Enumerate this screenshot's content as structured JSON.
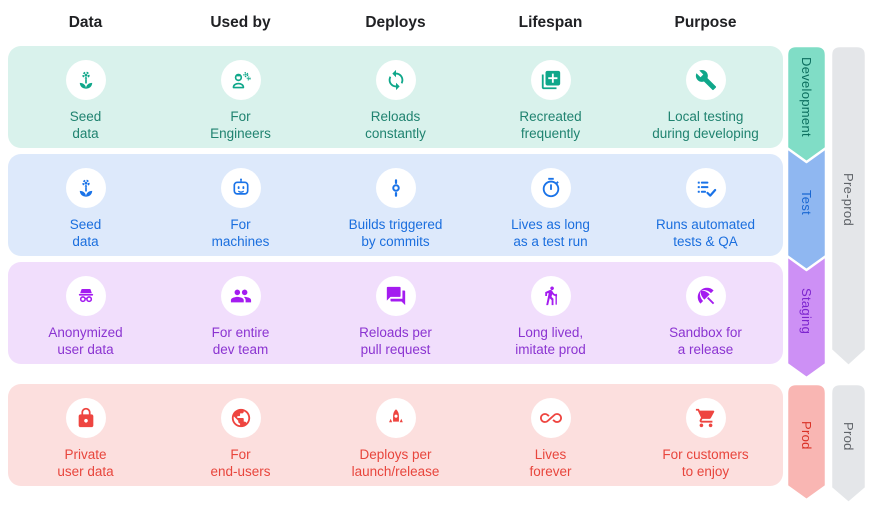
{
  "columns": [
    "Data",
    "Used by",
    "Deploys",
    "Lifespan",
    "Purpose"
  ],
  "rows": [
    {
      "env": "Development",
      "colors": {
        "row_bg": "#d9f2ec",
        "icon": "#0fa78a",
        "text": "#208370",
        "ribbon_fill": "#80ddc6",
        "ribbon_text": "#0b6e5e"
      },
      "cells": [
        {
          "icon": "seed-icon",
          "text": "Seed\ndata"
        },
        {
          "icon": "engineer-icon",
          "text": "For\nEngineers"
        },
        {
          "icon": "sync-icon",
          "text": "Reloads\nconstantly"
        },
        {
          "icon": "copy-add-icon",
          "text": "Recreated\nfrequently"
        },
        {
          "icon": "wrench-icon",
          "text": "Local testing\nduring developing"
        }
      ]
    },
    {
      "env": "Test",
      "colors": {
        "row_bg": "#dde9fb",
        "icon": "#1a73e8",
        "text": "#1a6ede",
        "ribbon_fill": "#8fb7f1",
        "ribbon_text": "#1967d2"
      },
      "cells": [
        {
          "icon": "seed-icon",
          "text": "Seed\ndata"
        },
        {
          "icon": "robot-icon",
          "text": "For\nmachines"
        },
        {
          "icon": "commit-icon",
          "text": "Builds triggered\nby commits"
        },
        {
          "icon": "timer-icon",
          "text": "Lives as long\nas a test run"
        },
        {
          "icon": "checklist-icon",
          "text": "Runs automated\ntests & QA"
        }
      ]
    },
    {
      "env": "Staging",
      "colors": {
        "row_bg": "#f1defc",
        "icon": "#a41cf0",
        "text": "#8b34d1",
        "ribbon_fill": "#cd90f5",
        "ribbon_text": "#7d24cf"
      },
      "cells": [
        {
          "icon": "incognito-icon",
          "text": "Anonymized\nuser data"
        },
        {
          "icon": "group-icon",
          "text": "For entire\ndev team"
        },
        {
          "icon": "forum-icon",
          "text": "Reloads per\npull request"
        },
        {
          "icon": "hiking-icon",
          "text": "Long lived,\nimitate prod"
        },
        {
          "icon": "umbrella-icon",
          "text": "Sandbox for\na release"
        }
      ]
    },
    {
      "env": "Prod",
      "colors": {
        "row_bg": "#fcdfde",
        "icon": "#ee4540",
        "text": "#e8453c",
        "ribbon_fill": "#f9b6b3",
        "ribbon_text": "#d93025"
      },
      "cells": [
        {
          "icon": "lock-icon",
          "text": "Private\nuser data"
        },
        {
          "icon": "globe-icon",
          "text": "For\nend-users"
        },
        {
          "icon": "rocket-icon",
          "text": "Deploys per\nlaunch/release"
        },
        {
          "icon": "infinity-icon",
          "text": "Lives\nforever"
        },
        {
          "icon": "cart-icon",
          "text": "For customers\nto enjoy"
        }
      ]
    }
  ],
  "stage_groups": [
    {
      "label": "Pre-prod",
      "fill": "#e4e6e9",
      "text": "#5f6368"
    },
    {
      "label": "Prod",
      "fill": "#e4e6e9",
      "text": "#5f6368"
    }
  ]
}
